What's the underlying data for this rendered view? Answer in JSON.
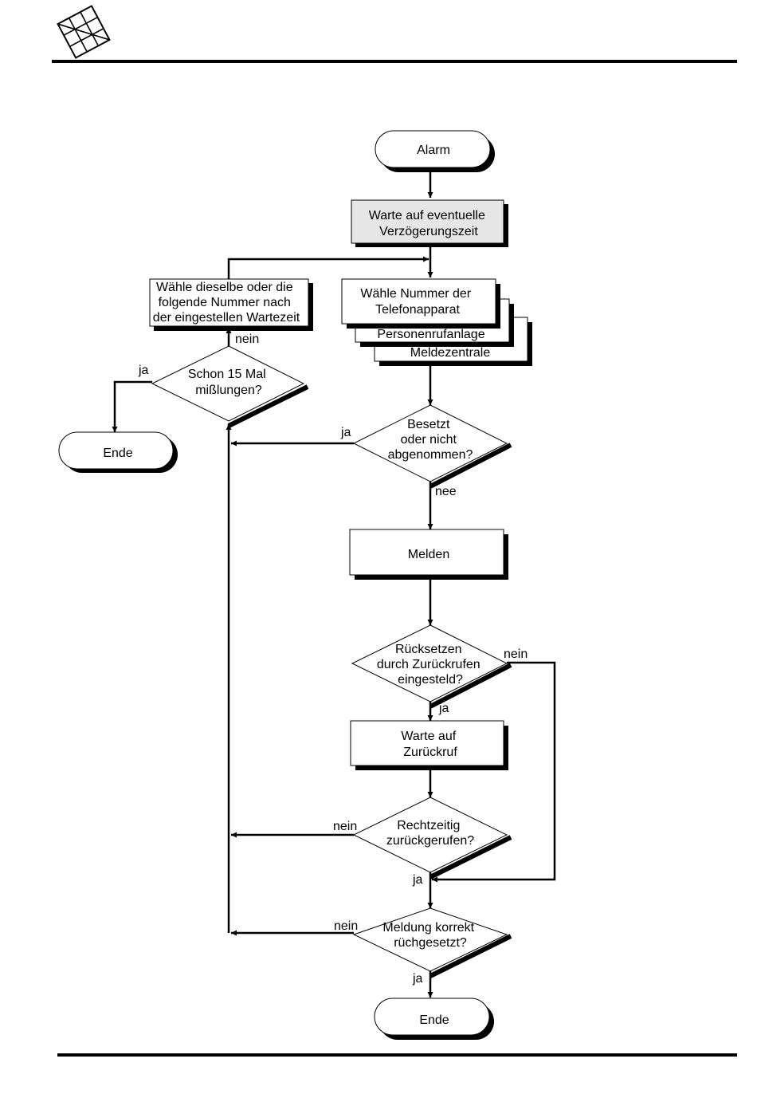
{
  "logo": {
    "name": "logo-icon"
  },
  "nodes": {
    "start": "Alarm",
    "wait_delay": [
      "Warte auf eventuelle",
      "Verzögerungszeit"
    ],
    "dial_phone": [
      "Wähle Nummer der",
      "Telefonapparat"
    ],
    "dial_pager": "Personenrufanlage",
    "dial_central": "Meldezentrale",
    "redial": [
      "Wähle dieselbe oder die",
      "folgende Nummer nach",
      "der eingestellen Wartezeit"
    ],
    "fail15": [
      "Schon 15 Mal",
      "mißlungen?"
    ],
    "end_left": "Ende",
    "busy": [
      "Besetzt",
      "oder nicht",
      "abgenommen?"
    ],
    "report": "Melden",
    "reset_setting": [
      "Rücksetzen",
      "durch Zurückrufen",
      "eingesteld?"
    ],
    "wait_callback": [
      "Warte auf",
      "Zurückruf"
    ],
    "callback_in_time": [
      "Rechtzeitig",
      "zurückgerufen?"
    ],
    "report_reset": [
      "Meldung korrekt",
      "rüchgesetzt?"
    ],
    "end_bottom": "Ende"
  },
  "edge_labels": {
    "fail15_yes": "ja",
    "fail15_no": "nein",
    "busy_yes": "ja",
    "busy_no": "nee",
    "reset_no": "nein",
    "reset_yes": "ja",
    "callback_no": "nein",
    "callback_yes": "ja",
    "report_reset_no": "nein",
    "report_reset_yes": "ja"
  },
  "colors": {
    "line": "#000000",
    "highlight_box": "#e6e6e6",
    "background": "#ffffff"
  }
}
